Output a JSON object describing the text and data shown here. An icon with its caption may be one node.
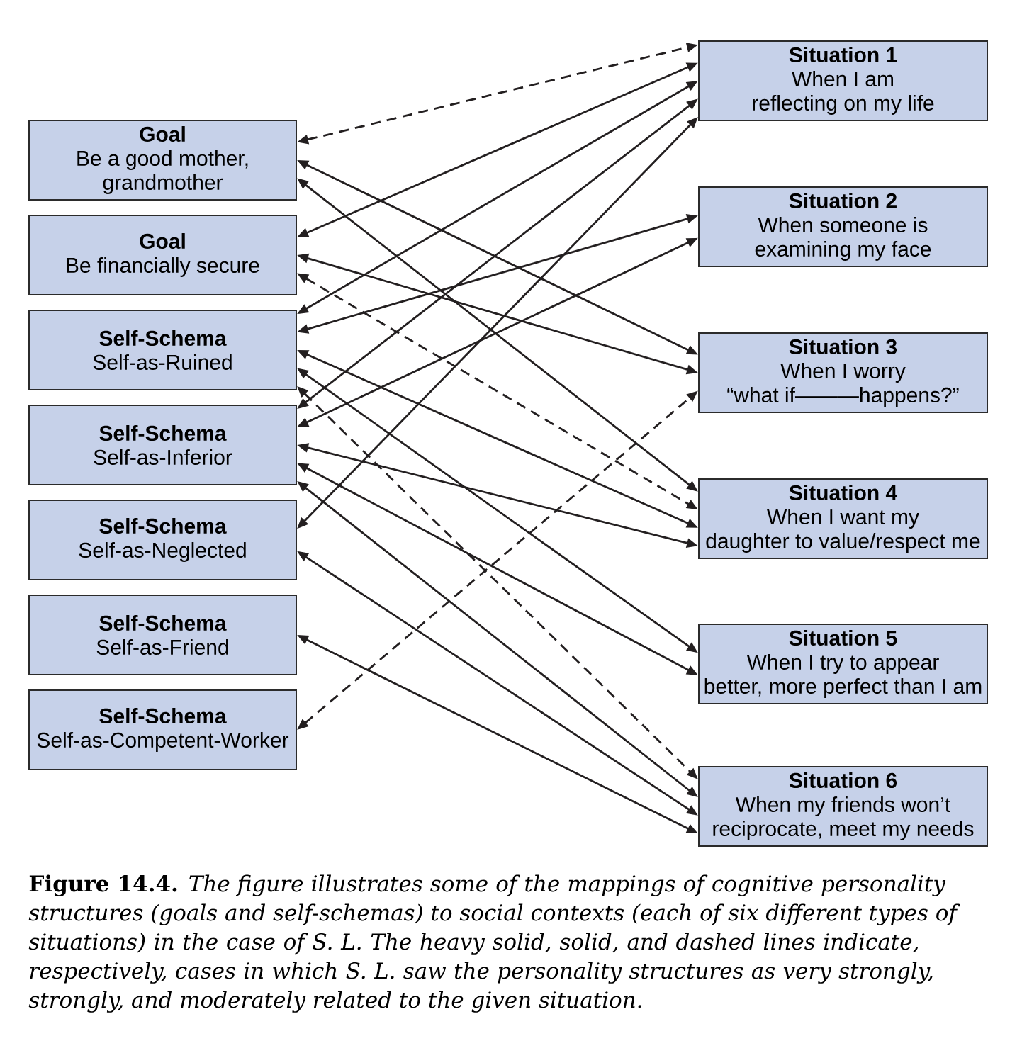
{
  "diagram": {
    "caption": "**Figure 14.4.** *The figure illustrates some of the mappings of cognitive personality structures (goals and self-schemas) to social contexts (each of six different types of situations) in the case of S. L. The heavy solid, solid, and dashed lines indicate, respectively, cases in which S. L. saw the personality structures as very strongly, strongly, and moderately related to the given situation.*",
    "nodes": [
      {
        "text": [
          "Goal",
          "Be a good mother, grandmother"
        ]
      },
      {
        "text": [
          "Goal",
          "Be financially secure"
        ]
      },
      {
        "text": [
          "Self-Schema",
          "Self-as-Ruined"
        ]
      },
      {
        "text": [
          "Self-Schema",
          "Self-as-Inferior"
        ]
      },
      {
        "text": [
          "Self-Schema",
          "Self-as-Neglected"
        ]
      },
      {
        "text": [
          "Self-Schema",
          "Self-as-Friend"
        ]
      },
      {
        "text": [
          "Self-Schema",
          "Self-as-Competent-Worker"
        ]
      },
      {
        "text": [
          "Situation 1",
          "When I am reflecting on my life"
        ]
      },
      {
        "text": [
          "Situation 2",
          "When someone is examining my face"
        ]
      },
      {
        "text": [
          "Situation 3",
          "When I worry “what if———happens?”"
        ]
      },
      {
        "text": [
          "Situation 4",
          "When I want my daughter to value/respect me"
        ]
      },
      {
        "text": [
          "Situation 5",
          "When I try to appear better, more perfect than I am"
        ]
      },
      {
        "text": [
          "Situation 6",
          "When my friends won’t reciprocate, meet my needs"
        ]
      }
    ],
    "edges": [
      {
        "from": 0,
        "to": 7,
        "arrow": "both",
        "style": "dashed"
      },
      {
        "from": 0,
        "to": 9,
        "arrow": "both"
      },
      {
        "from": 0,
        "to": 10,
        "arrow": "both"
      },
      {
        "from": 1,
        "to": 7,
        "arrow": "both"
      },
      {
        "from": 1,
        "to": 9,
        "arrow": "both"
      },
      {
        "from": 1,
        "to": 10,
        "arrow": "both",
        "style": "dashed"
      },
      {
        "from": 2,
        "to": 7,
        "arrow": "both"
      },
      {
        "from": 2,
        "to": 8,
        "arrow": "both"
      },
      {
        "from": 2,
        "to": 10,
        "arrow": "both"
      },
      {
        "from": 2,
        "to": 11,
        "arrow": "both"
      },
      {
        "from": 2,
        "to": 12,
        "arrow": "both",
        "style": "dashed"
      },
      {
        "from": 3,
        "to": 7,
        "arrow": "both"
      },
      {
        "from": 3,
        "to": 8,
        "arrow": "both"
      },
      {
        "from": 3,
        "to": 10,
        "arrow": "both"
      },
      {
        "from": 3,
        "to": 11,
        "arrow": "both"
      },
      {
        "from": 3,
        "to": 12,
        "arrow": "both"
      },
      {
        "from": 4,
        "to": 7,
        "arrow": "both"
      },
      {
        "from": 4,
        "to": 12,
        "arrow": "both"
      },
      {
        "from": 5,
        "to": 12,
        "arrow": "both"
      },
      {
        "from": 6,
        "to": 9,
        "arrow": "both",
        "style": "dashed"
      }
    ]
  }
}
